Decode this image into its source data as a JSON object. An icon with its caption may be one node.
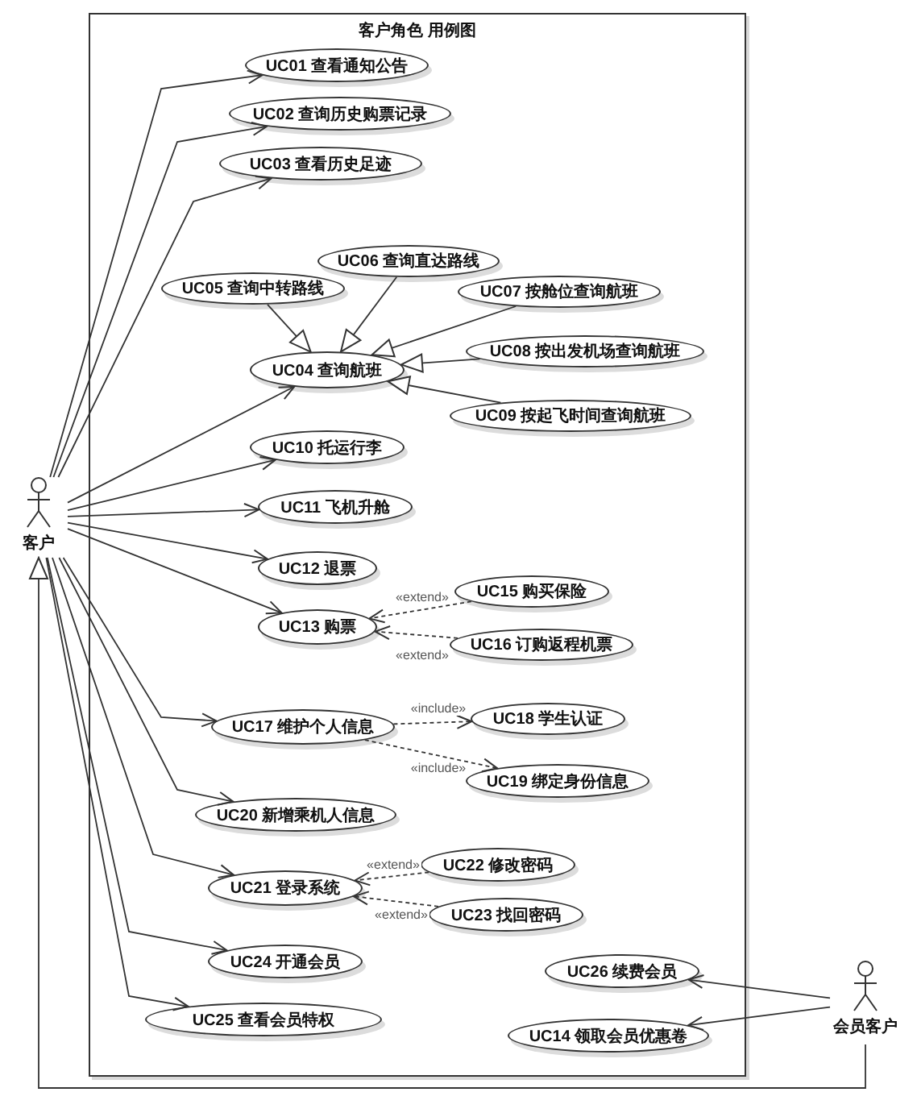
{
  "diagram": {
    "nodes": [
      {
        "text": [
          "客户角色 用例图"
        ]
      },
      {
        "text": [
          "客户"
        ]
      },
      {
        "text": [
          "会员客户"
        ]
      },
      {
        "text": [
          "UC01 查看通知公告"
        ],
        "in": 0
      },
      {
        "text": [
          "UC02 查询历史购票记录"
        ],
        "in": 0
      },
      {
        "text": [
          "UC03 查看历史足迹"
        ],
        "in": 0
      },
      {
        "text": [
          "UC05 查询中转路线"
        ],
        "in": 0
      },
      {
        "text": [
          "UC06 查询直达路线"
        ],
        "in": 0
      },
      {
        "text": [
          "UC07 按舱位查询航班"
        ],
        "in": 0
      },
      {
        "text": [
          "UC04 查询航班"
        ],
        "in": 0
      },
      {
        "text": [
          "UC08 按出发机场查询航班"
        ],
        "in": 0
      },
      {
        "text": [
          "UC09 按起飞时间查询航班"
        ],
        "in": 0
      },
      {
        "text": [
          "UC10 托运行李"
        ],
        "in": 0
      },
      {
        "text": [
          "UC11 飞机升舱"
        ],
        "in": 0
      },
      {
        "text": [
          "UC12 退票"
        ],
        "in": 0
      },
      {
        "text": [
          "UC15 购买保险"
        ],
        "in": 0
      },
      {
        "text": [
          "UC13 购票"
        ],
        "in": 0
      },
      {
        "text": [
          "UC16 订购返程机票"
        ],
        "in": 0
      },
      {
        "text": [
          "UC18 学生认证"
        ],
        "in": 0
      },
      {
        "text": [
          "UC17 维护个人信息"
        ],
        "in": 0
      },
      {
        "text": [
          "UC19 绑定身份信息"
        ],
        "in": 0
      },
      {
        "text": [
          "UC20 新增乘机人信息"
        ],
        "in": 0
      },
      {
        "text": [
          "UC22 修改密码"
        ],
        "in": 0
      },
      {
        "text": [
          "UC21 登录系统"
        ],
        "in": 0
      },
      {
        "text": [
          "UC23 找回密码"
        ],
        "in": 0
      },
      {
        "text": [
          "UC24 开通会员"
        ],
        "in": 0
      },
      {
        "text": [
          "UC26 续费会员"
        ],
        "in": 0
      },
      {
        "text": [
          "UC25 查看会员特权"
        ],
        "in": 0
      },
      {
        "text": [
          "UC14 领取会员优惠卷"
        ],
        "in": 0
      }
    ],
    "edges": [
      {
        "from": 1,
        "to": 3,
        "arrow": "to"
      },
      {
        "from": 1,
        "to": 4,
        "arrow": "to"
      },
      {
        "from": 1,
        "to": 5,
        "arrow": "to"
      },
      {
        "from": 1,
        "to": 9,
        "arrow": "to"
      },
      {
        "from": 1,
        "to": 12,
        "arrow": "to"
      },
      {
        "from": 1,
        "to": 13,
        "arrow": "to"
      },
      {
        "from": 1,
        "to": 14,
        "arrow": "to"
      },
      {
        "from": 1,
        "to": 16,
        "arrow": "to"
      },
      {
        "from": 1,
        "to": 19,
        "arrow": "to"
      },
      {
        "from": 1,
        "to": 21,
        "arrow": "to"
      },
      {
        "from": 1,
        "to": 23,
        "arrow": "to"
      },
      {
        "from": 1,
        "to": 25,
        "arrow": "to"
      },
      {
        "from": 1,
        "to": 27,
        "arrow": "to"
      },
      {
        "from": 6,
        "to": 9,
        "arrow": "to"
      },
      {
        "from": 7,
        "to": 9,
        "arrow": "to"
      },
      {
        "from": 8,
        "to": 9,
        "arrow": "to"
      },
      {
        "from": 10,
        "to": 9,
        "arrow": "to"
      },
      {
        "from": 11,
        "to": 9,
        "arrow": "to"
      },
      {
        "from": 15,
        "to": 16,
        "arrow": "to",
        "style": "dashed",
        "label": "«extend»"
      },
      {
        "from": 17,
        "to": 16,
        "arrow": "to",
        "style": "dashed",
        "label": "«extend»"
      },
      {
        "from": 19,
        "to": 18,
        "arrow": "to",
        "style": "dashed",
        "label": "«include»"
      },
      {
        "from": 19,
        "to": 20,
        "arrow": "to",
        "style": "dashed",
        "label": "«include»"
      },
      {
        "from": 22,
        "to": 23,
        "arrow": "to",
        "style": "dashed",
        "label": "«extend»"
      },
      {
        "from": 24,
        "to": 23,
        "arrow": "to",
        "style": "dashed",
        "label": "«extend»"
      },
      {
        "from": 2,
        "to": 26,
        "arrow": "to"
      },
      {
        "from": 2,
        "to": 28,
        "arrow": "to"
      },
      {
        "from": 2,
        "to": 1,
        "arrow": "to"
      }
    ]
  }
}
